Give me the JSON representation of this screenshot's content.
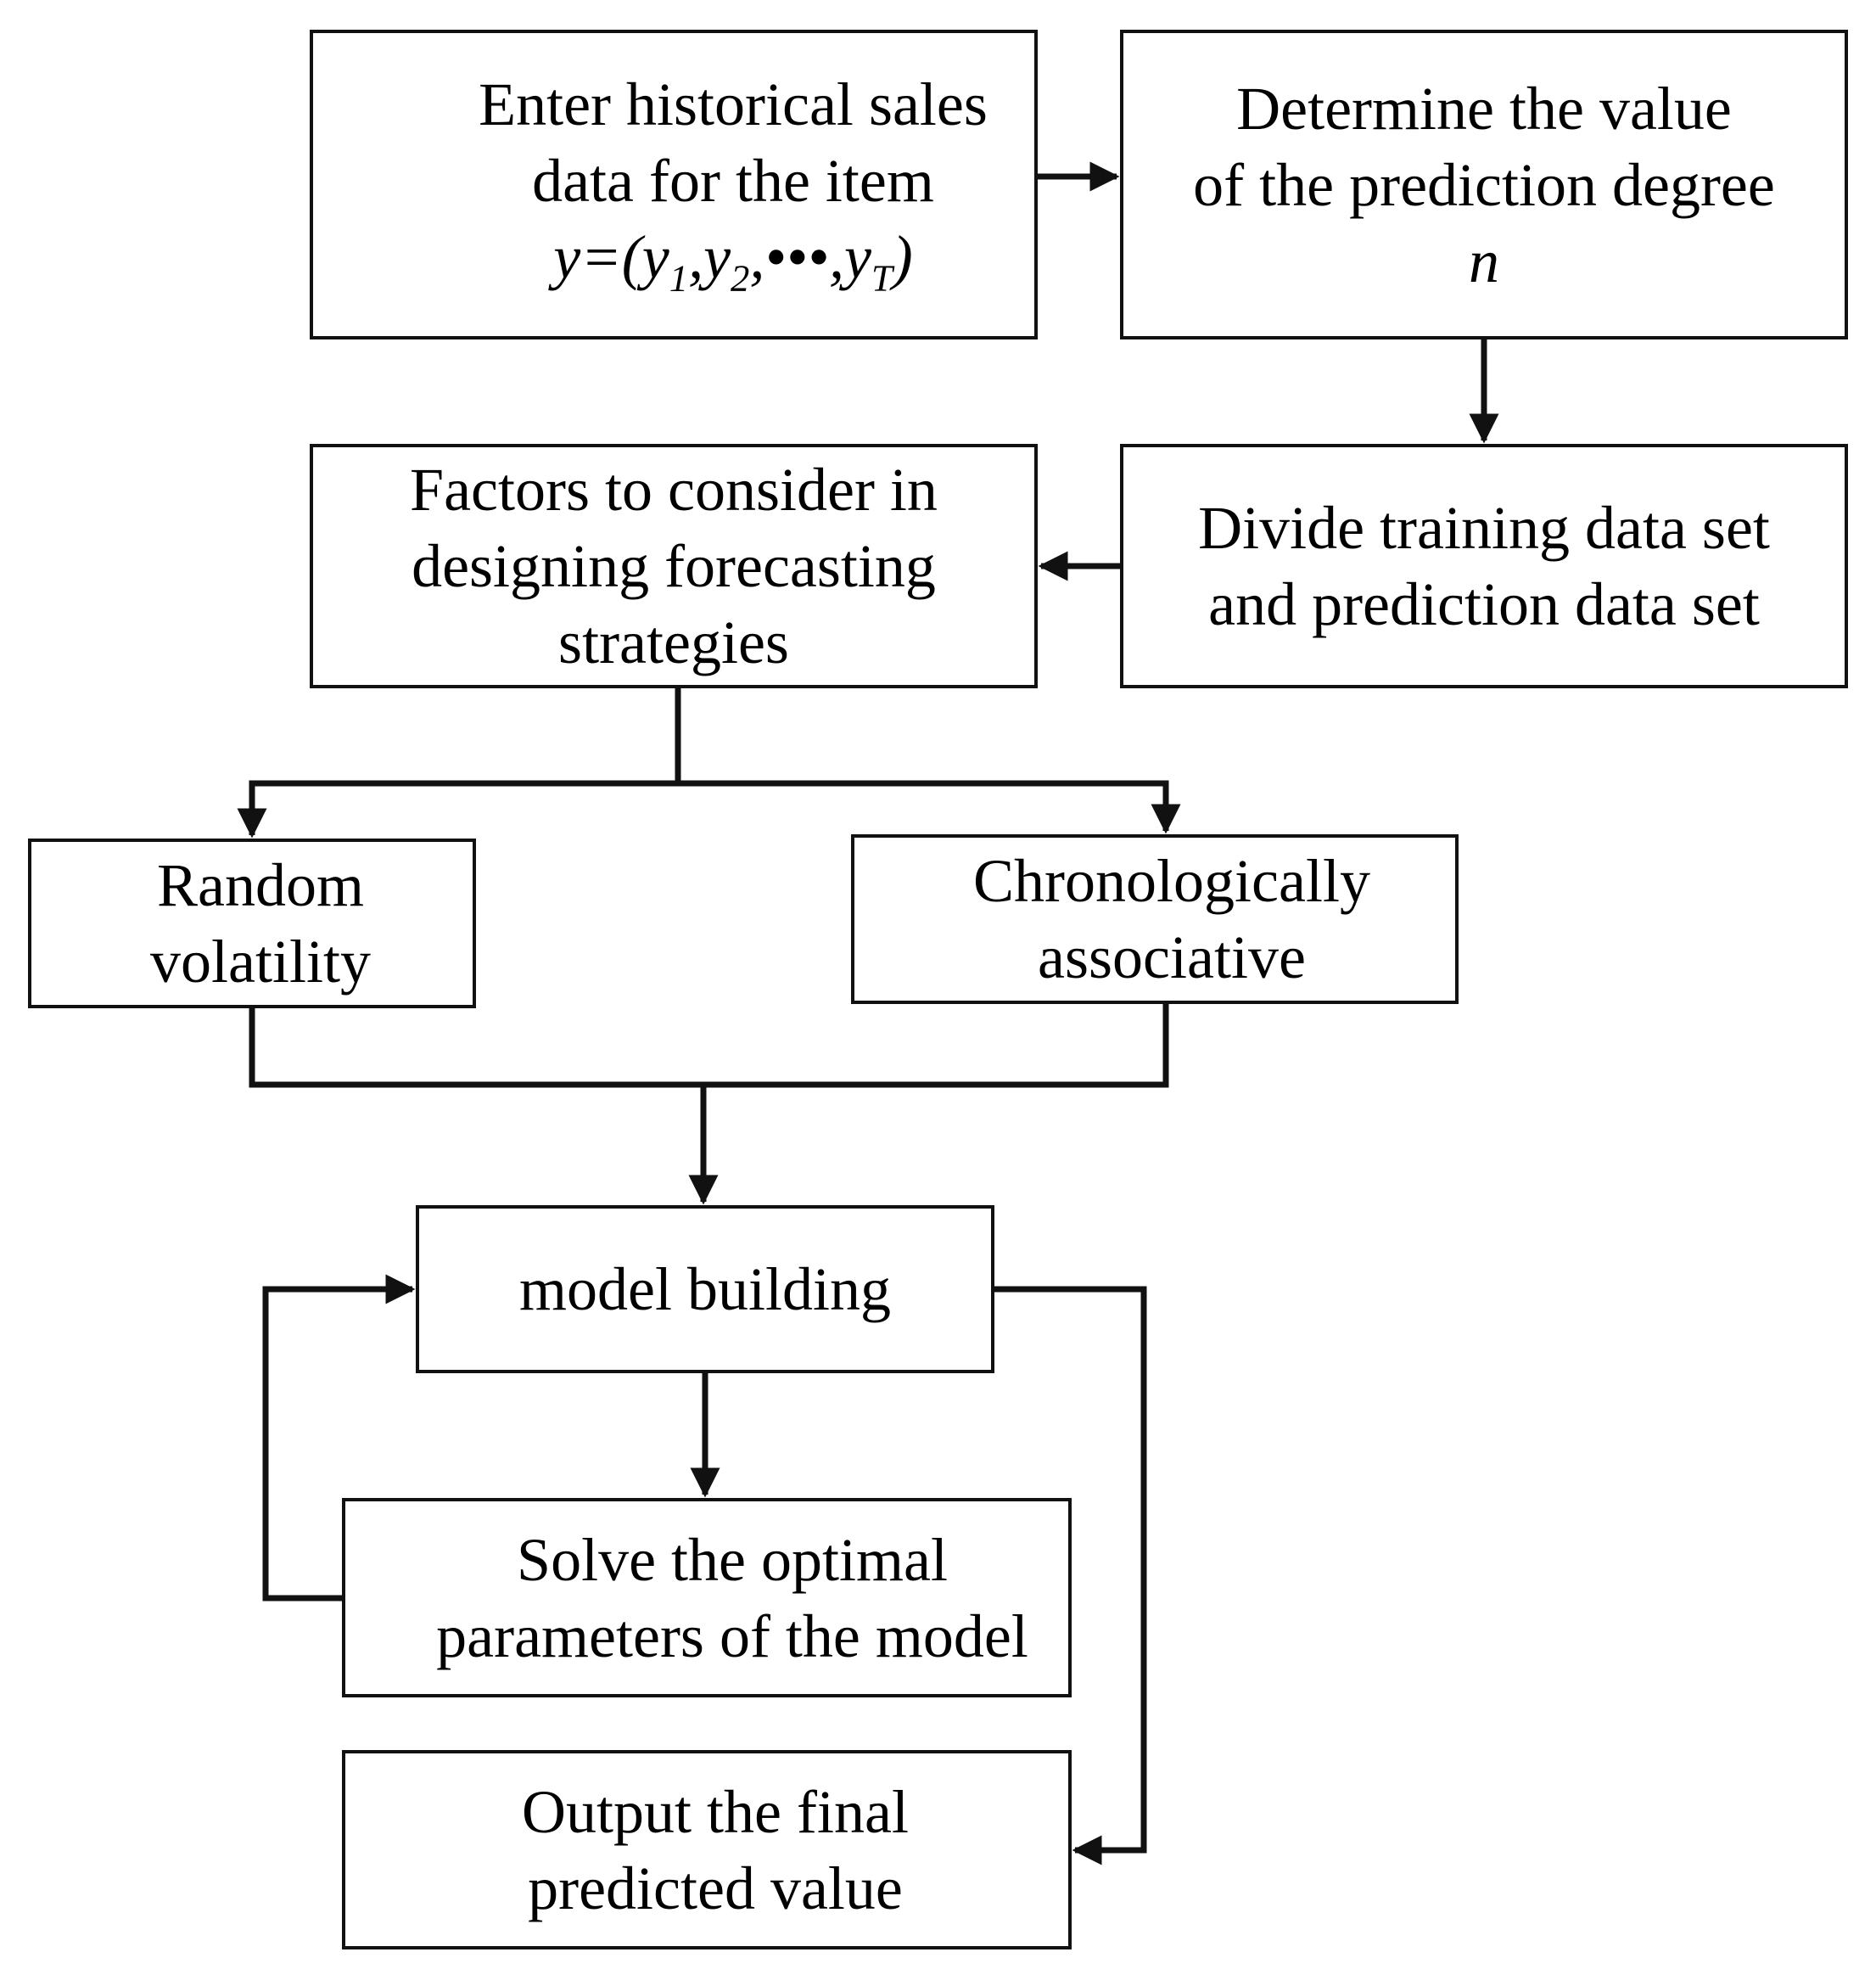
{
  "nodes": {
    "input": {
      "line1": "Enter historical sales",
      "line2": "data for the item",
      "formula": {
        "lhs": "y=(",
        "v1": "y",
        "s1": "1",
        "v2": "y",
        "s2": "2",
        "dots": "•••",
        "vT": "y",
        "sT": "T",
        "close": ")"
      }
    },
    "degree": {
      "line1": "Determine the value",
      "line2": "of the prediction degree",
      "symbol": "n"
    },
    "factors": {
      "line1": "Factors to consider in",
      "line2": "designing forecasting",
      "line3": "strategies"
    },
    "divide": {
      "line1": "Divide training data set",
      "line2": "and prediction data set"
    },
    "random": {
      "line1": "Random",
      "line2": "volatility"
    },
    "chrono": {
      "line1": "Chronologically",
      "line2": "associative"
    },
    "model": {
      "label": "model building"
    },
    "solve": {
      "line1": "Solve the optimal",
      "line2": "parameters of the model"
    },
    "output": {
      "line1": "Output the final",
      "line2": "predicted value"
    }
  },
  "colors": {
    "stroke": "#111111",
    "background": "#ffffff"
  }
}
